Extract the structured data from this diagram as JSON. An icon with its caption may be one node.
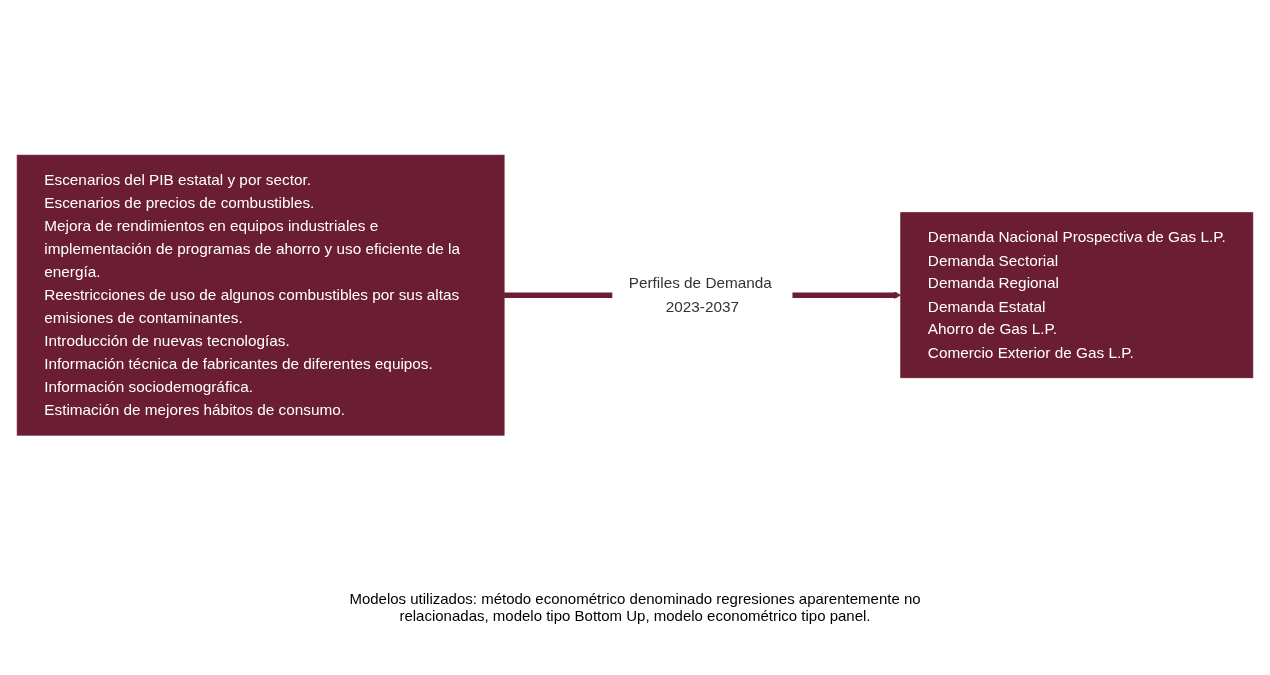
{
  "diagram": {
    "nodes": [
      {
        "text": [
          "Escenarios del PIB estatal y por sector.",
          "Escenarios de precios de combustibles.",
          "Mejora de rendimientos en equipos industriales e implementación de programas de ahorro y uso eficiente de la energía.",
          "Reestricciones de uso de algunos combustibles por sus altas emisiones de contaminantes.",
          "Introducción de nuevas tecnologías.",
          "Información técnica de fabricantes de diferentes equipos.",
          "Información sociodemográfica.",
          "Estimación de mejores hábitos de consumo."
        ]
      },
      {
        "text": [
          "Demanda Nacional Prospectiva de Gas L.P.",
          "Demanda Sectorial",
          "Demanda Regional",
          "Demanda Estatal",
          "Ahorro de Gas L.P.",
          "Comercio Exterior de Gas L.P."
        ]
      }
    ],
    "edges": [
      {
        "from": 0,
        "to": 1,
        "arrow": "to",
        "label": "Perfiles de Demanda 2023-2037"
      }
    ],
    "labels": [
      "Modelos utilizados: método econométrico denominado regresiones aparentemente no relacionadas, modelo tipo Bottom Up, modelo econométrico tipo panel."
    ]
  }
}
